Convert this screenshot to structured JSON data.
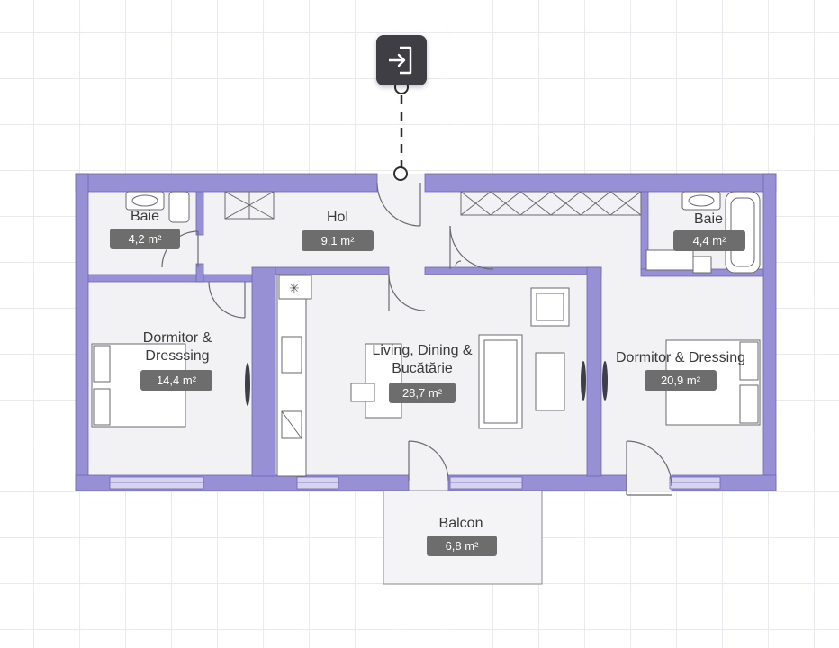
{
  "plan": {
    "entry": {
      "icon": "enter-door-icon"
    },
    "rooms": [
      {
        "id": "baie-left",
        "name": "Baie",
        "area": "4,2 m²"
      },
      {
        "id": "hol",
        "name": "Hol",
        "area": "9,1 m²"
      },
      {
        "id": "baie-right",
        "name": "Baie",
        "area": "4,4 m²"
      },
      {
        "id": "dormitor-left",
        "name": "Dormitor &\nDresssing",
        "area": "14,4 m²"
      },
      {
        "id": "living",
        "name": "Living, Dining &\nBucătărie",
        "area": "28,7 m²"
      },
      {
        "id": "dormitor-right",
        "name": "Dormitor & Dressing",
        "area": "20,9 m²"
      },
      {
        "id": "balcon",
        "name": "Balcon",
        "area": "6,8 m²"
      }
    ],
    "colors": {
      "wall": "#9890d4",
      "floor": "#f2f2f4",
      "furniture": "#8a8a95",
      "badge": "#6d6d6d",
      "icon_bg": "#3e3e44"
    }
  }
}
